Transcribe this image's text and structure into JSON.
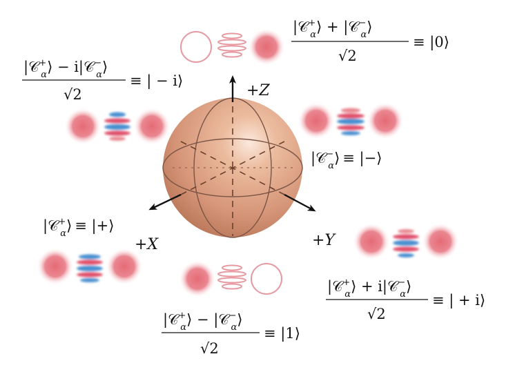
{
  "axes": {
    "z": {
      "label": "+Z"
    },
    "x": {
      "label": "+X"
    },
    "y": {
      "label": "+Y"
    }
  },
  "states": {
    "zero": {
      "eq": "≡ |0⟩",
      "num_a": "|𝒞",
      "num_b": "⟩ + |𝒞",
      "num_c": "⟩",
      "den": "√2"
    },
    "minus_i": {
      "eq": "≡ | − i⟩",
      "num_a": "|𝒞",
      "num_b": "⟩ − i|𝒞",
      "num_c": "⟩",
      "den": "√2"
    },
    "minus": {
      "eq": "≡ |−⟩",
      "ket_a": "|𝒞",
      "ket_c": "⟩"
    },
    "plus": {
      "eq": "≡ |+⟩",
      "ket_a": "|𝒞",
      "ket_c": "⟩"
    },
    "plus_i": {
      "eq": "≡ | + i⟩",
      "num_a": "|𝒞",
      "num_b": "⟩ + i|𝒞",
      "num_c": "⟩",
      "den": "√2"
    },
    "one": {
      "eq": "≡ |1⟩",
      "num_a": "|𝒞",
      "num_b": "⟩ − |𝒞",
      "num_c": "⟩",
      "den": "√2"
    }
  },
  "symbols": {
    "sup_plus": "+",
    "sup_minus": "−",
    "sub_alpha": "α"
  },
  "colors": {
    "sphere": "#d9987a",
    "blob": "#e8707a",
    "fringe_red": "#e0506a",
    "fringe_blue": "#4a90d0",
    "arrow": "#111111"
  }
}
